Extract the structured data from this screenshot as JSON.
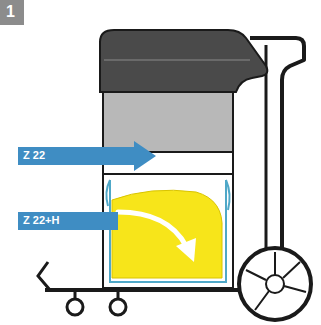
{
  "diagram": {
    "labels": [
      "1",
      "Z 22",
      "Z 22+H"
    ]
  }
}
